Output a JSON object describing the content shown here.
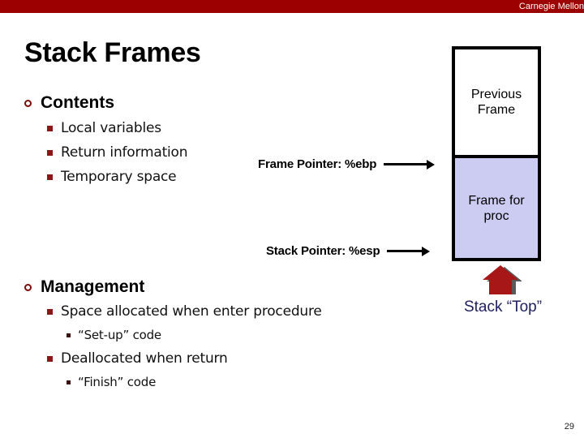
{
  "header": {
    "brand": "Carnegie Mellon",
    "band_color": "#9c0000"
  },
  "title": "Stack Frames",
  "sections": [
    {
      "heading": "Contents",
      "items": [
        "Local variables",
        "Return information",
        "Temporary space"
      ]
    },
    {
      "heading": "Management",
      "items": [
        "Space allocated when enter procedure",
        "“Set-up” code",
        "Deallocated when return",
        "“Finish” code"
      ]
    }
  ],
  "diagram": {
    "previous_frame_label": "Previous\nFrame",
    "previous_frame_line1": "Previous",
    "previous_frame_line2": "Frame",
    "proc_frame_line1": "Frame for",
    "proc_frame_line2": "proc",
    "frame_pointer_label": "Frame Pointer: %ebp",
    "stack_pointer_label": "Stack Pointer: %esp",
    "stack_top_label": "Stack “Top”",
    "previous_frame_fill": "#ffffff",
    "proc_frame_fill": "#ccccf2",
    "arrow_color": "#a81717",
    "arrow_shadow_color": "#5a5a5a",
    "stack_top_text_color": "#1f1f5c",
    "bullet_primary_color": "#7d0d0d",
    "bullet_secondary_color": "#8c1616"
  },
  "footer": {
    "page_number": "29"
  }
}
